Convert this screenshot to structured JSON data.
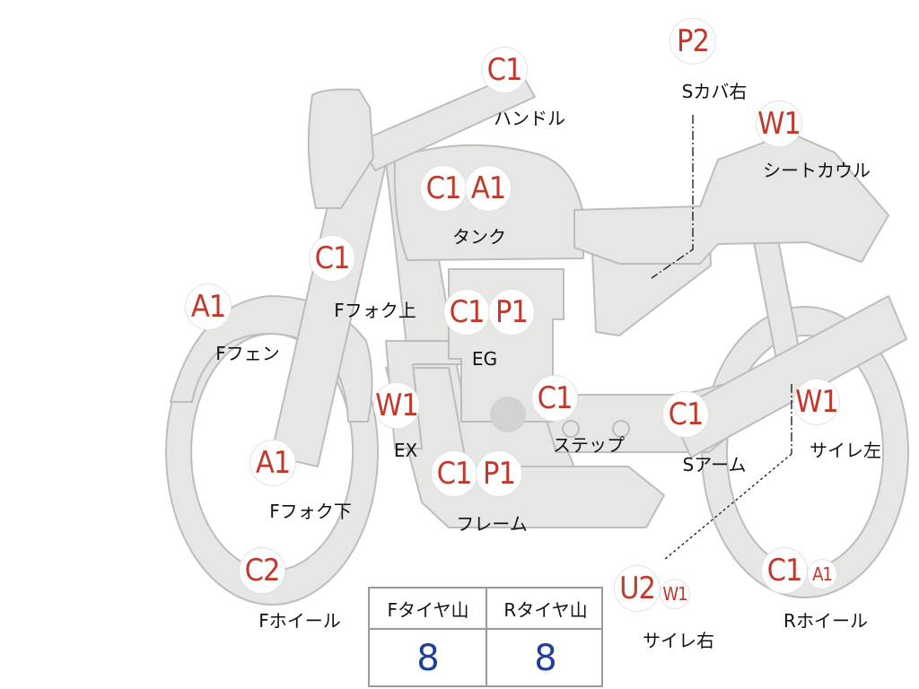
{
  "parts": [
    {
      "id": "handle",
      "codes": [
        "C1"
      ],
      "label": "ハンドル"
    },
    {
      "id": "s-cover-right",
      "codes": [
        "P2"
      ],
      "label": "Sカバ右"
    },
    {
      "id": "seat-cowl",
      "codes": [
        "W1"
      ],
      "label": "シートカウル"
    },
    {
      "id": "tank",
      "codes": [
        "C1",
        "A1"
      ],
      "label": "タンク"
    },
    {
      "id": "f-fork-upper",
      "codes": [
        "C1"
      ],
      "label": "Fフォク上"
    },
    {
      "id": "f-fender",
      "codes": [
        "A1"
      ],
      "label": "Fフェン"
    },
    {
      "id": "engine",
      "codes": [
        "C1",
        "P1"
      ],
      "label": "EG"
    },
    {
      "id": "step",
      "codes": [
        "C1"
      ],
      "label": "ステップ"
    },
    {
      "id": "s-arm",
      "codes": [
        "C1"
      ],
      "label": "Sアーム"
    },
    {
      "id": "muffler-left",
      "codes": [
        "W1"
      ],
      "label": "サイレ左"
    },
    {
      "id": "exhaust",
      "codes": [
        "W1"
      ],
      "label": "EX"
    },
    {
      "id": "f-fork-lower",
      "codes": [
        "A1"
      ],
      "label": "Fフォク下"
    },
    {
      "id": "frame",
      "codes": [
        "C1",
        "P1"
      ],
      "label": "フレーム"
    },
    {
      "id": "f-wheel",
      "codes": [
        "C2"
      ],
      "label": "Fホイール"
    },
    {
      "id": "muffler-right",
      "codes": [
        "U2",
        "W1"
      ],
      "label": "サイレ右"
    },
    {
      "id": "r-wheel",
      "codes": [
        "C1",
        "A1"
      ],
      "label": "Rホイール"
    }
  ],
  "tyre_tread": {
    "front_label": "Fタイヤ山",
    "front_value": "8",
    "rear_label": "Rタイヤ山",
    "rear_value": "8"
  },
  "colors": {
    "code": "#c0392b",
    "value": "#1f3f9a",
    "body_fill": "#e6e6e4",
    "body_stroke": "#bdbdbd"
  }
}
